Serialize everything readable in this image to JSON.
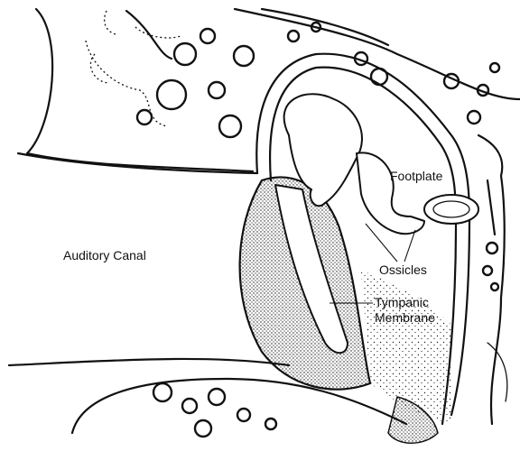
{
  "labels": {
    "auditory_canal": "Auditory Canal",
    "footplate": "Footplate",
    "ossicles": "Ossicles",
    "tympanic_line1": "Tympanic",
    "tympanic_line2": "Membrane"
  }
}
